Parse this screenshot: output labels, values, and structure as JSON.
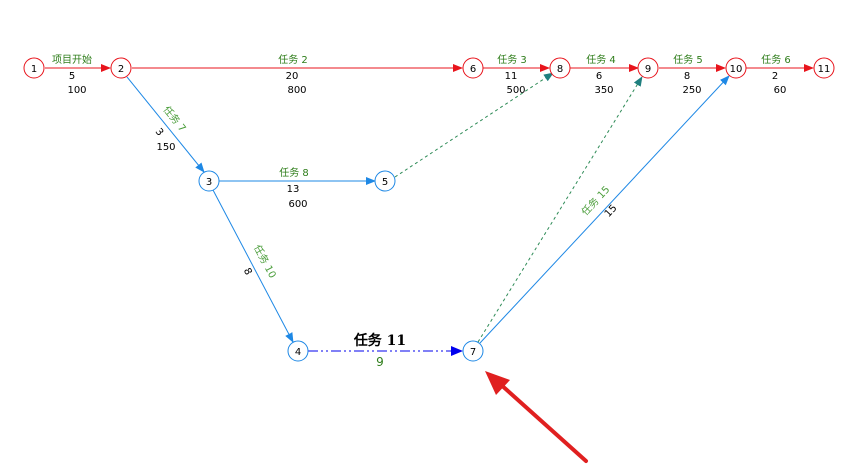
{
  "diagram": {
    "nodes": [
      {
        "id": "1",
        "label": "1"
      },
      {
        "id": "2",
        "label": "2"
      },
      {
        "id": "3",
        "label": "3"
      },
      {
        "id": "4",
        "label": "4"
      },
      {
        "id": "5",
        "label": "5"
      },
      {
        "id": "6",
        "label": "6"
      },
      {
        "id": "7",
        "label": "7"
      },
      {
        "id": "8",
        "label": "8"
      },
      {
        "id": "9",
        "label": "9"
      },
      {
        "id": "10",
        "label": "10"
      },
      {
        "id": "11",
        "label": "11"
      }
    ],
    "edges": [
      {
        "from": "1",
        "to": "2",
        "name": "项目开始",
        "duration": "5",
        "cost": "100",
        "style": "critical"
      },
      {
        "from": "2",
        "to": "6",
        "name": "任务 2",
        "duration": "20",
        "cost": "800",
        "style": "critical"
      },
      {
        "from": "6",
        "to": "8",
        "name": "任务 3",
        "duration": "11",
        "cost": "500",
        "style": "critical"
      },
      {
        "from": "8",
        "to": "9",
        "name": "任务 4",
        "duration": "6",
        "cost": "350",
        "style": "critical"
      },
      {
        "from": "9",
        "to": "10",
        "name": "任务 5",
        "duration": "8",
        "cost": "250",
        "style": "critical"
      },
      {
        "from": "10",
        "to": "11",
        "name": "任务 6",
        "duration": "2",
        "cost": "60",
        "style": "critical"
      },
      {
        "from": "2",
        "to": "3",
        "name": "任务 7",
        "duration": "3",
        "cost": "150",
        "style": "normal"
      },
      {
        "from": "3",
        "to": "5",
        "name": "任务 8",
        "duration": "13",
        "cost": "600",
        "style": "normal"
      },
      {
        "from": "3",
        "to": "4",
        "name": "任务 10",
        "duration": "8",
        "style": "normal"
      },
      {
        "from": "4",
        "to": "7",
        "name": "任务 11",
        "duration": "9",
        "style": "selected"
      },
      {
        "from": "7",
        "to": "10",
        "name": "任务 15",
        "duration": "15",
        "style": "normal"
      },
      {
        "from": "5",
        "to": "8",
        "style": "dummy"
      },
      {
        "from": "7",
        "to": "9",
        "style": "dummy"
      }
    ],
    "colors": {
      "critical": "#e8141c",
      "normal": "#1e88e5",
      "selected": "#0000ee",
      "dummy": "#2e8b57",
      "annotation": "#e02020"
    }
  }
}
